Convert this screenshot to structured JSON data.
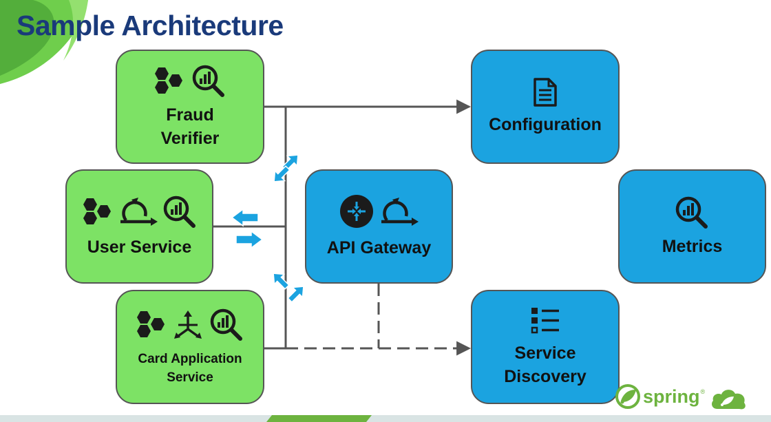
{
  "title": "Sample Architecture",
  "nodes": {
    "fraud": {
      "line1": "Fraud",
      "line2": "Verifier",
      "icons": [
        "hexagon-cluster-icon",
        "magnifier-chart-icon"
      ]
    },
    "user": {
      "label": "User Service",
      "icons": [
        "hexagon-cluster-icon",
        "circular-arrow-icon",
        "magnifier-chart-icon"
      ]
    },
    "card": {
      "line1": "Card Application",
      "line2": "Service",
      "icons": [
        "hexagon-cluster-icon",
        "branching-arrows-icon",
        "magnifier-chart-icon"
      ]
    },
    "gateway": {
      "label": "API Gateway",
      "icons": [
        "router-icon",
        "circular-arrow-icon"
      ]
    },
    "config": {
      "label": "Configuration",
      "icons": [
        "document-icon"
      ]
    },
    "metrics": {
      "label": "Metrics",
      "icons": [
        "magnifier-chart-icon"
      ]
    },
    "discovery": {
      "line1": "Service",
      "line2": "Discovery",
      "icons": [
        "list-icon"
      ]
    }
  },
  "edges": [
    {
      "from": "fraud",
      "to": "config",
      "style": "solid",
      "arrow": true
    },
    {
      "from": "user",
      "to": "bus",
      "style": "solid",
      "arrow": false
    },
    {
      "from": "card",
      "to": "discovery",
      "style": "dashed",
      "arrow": true
    },
    {
      "from": "gateway",
      "to": "discovery",
      "style": "dashed",
      "arrow": false
    }
  ],
  "colors": {
    "title": "#1a3a7a",
    "service_green": "#7de265",
    "infra_blue": "#1ba3e0",
    "line": "#555555",
    "flow_arrow": "#1ba3e0",
    "spring": "#6db33f"
  },
  "branding": {
    "spring_text": "spring",
    "trademark": "®"
  }
}
